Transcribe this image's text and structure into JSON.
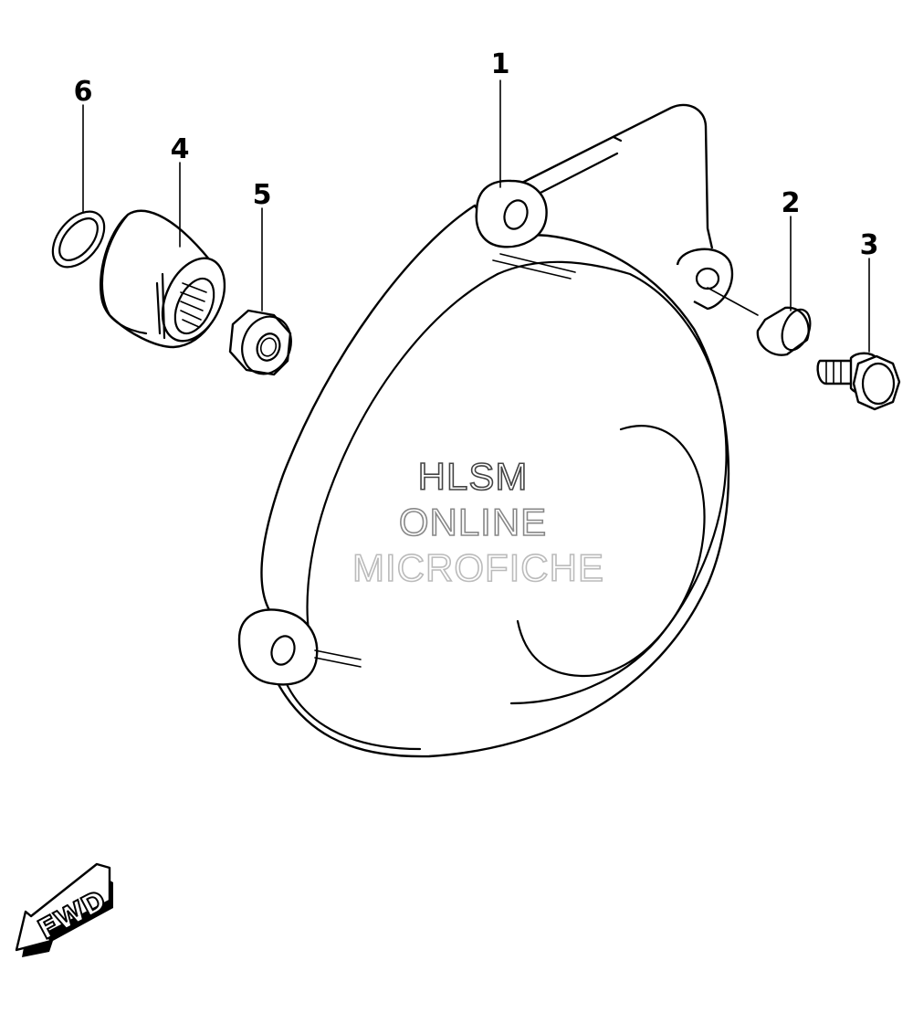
{
  "callouts": {
    "c1": "1",
    "c2": "2",
    "c3": "3",
    "c4": "4",
    "c5": "5",
    "c6": "6"
  },
  "watermark": {
    "line1": "HLSM",
    "line2": "ONLINE",
    "line3": "MICROFICHE",
    "colors": {
      "line1": "#444444",
      "line2": "#888888",
      "line3": "#bbbbbb"
    }
  },
  "direction_arrow": {
    "label": "FWD",
    "icon": "fwd-arrow-icon"
  }
}
